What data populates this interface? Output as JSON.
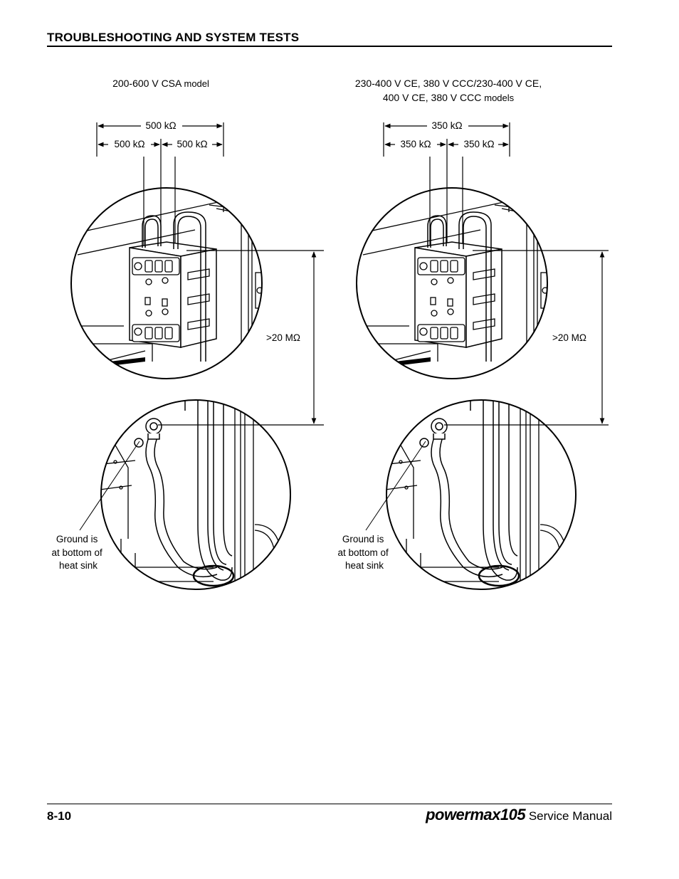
{
  "header": {
    "title": "TROUBLESHOOTING AND SYSTEM TESTS"
  },
  "figure_left": {
    "caption_main": "200-600 V CSA",
    "caption_suffix": "model",
    "dim_overall": "500 kΩ",
    "dim_left": "500 kΩ",
    "dim_right": "500 kΩ",
    "dim_ground": ">20 MΩ",
    "ground_note": [
      "Ground is",
      "at bottom of",
      "heat sink"
    ]
  },
  "figure_right": {
    "caption_line1": "230-400 V CE, 380 V CCC/230-400 V CE,",
    "caption_line2_main": "400 V CE, 380 V CCC",
    "caption_line2_suffix": "models",
    "dim_overall": "350 kΩ",
    "dim_left": "350 kΩ",
    "dim_right": "350 kΩ",
    "dim_ground": ">20 MΩ",
    "ground_note": [
      "Ground is",
      "at bottom of",
      "heat sink"
    ]
  },
  "footer": {
    "page_number": "8-10",
    "brand": "powermax105",
    "doc_title": "Service Manual"
  }
}
